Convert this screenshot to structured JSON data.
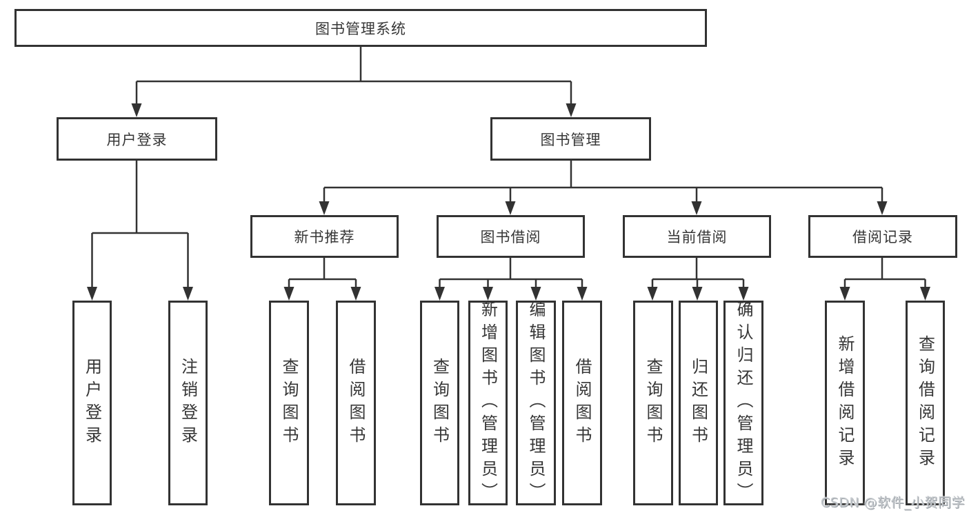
{
  "diagram_title": "图书管理系统",
  "tree": {
    "root": {
      "label": "图书管理系统",
      "children": [
        "用户登录",
        "图书管理"
      ]
    },
    "level2": [
      {
        "label": "用户登录",
        "children": [
          "用户登录",
          "注销登录"
        ]
      },
      {
        "label": "图书管理",
        "children": [
          "新书推荐",
          "图书借阅",
          "当前借阅",
          "借阅记录"
        ]
      }
    ],
    "level3": [
      {
        "label": "新书推荐",
        "children": [
          "查询图书",
          "借阅图书"
        ]
      },
      {
        "label": "图书借阅",
        "children": [
          "查询图书",
          "新增图书（管理员）",
          "编辑图书（管理员）",
          "借阅图书"
        ]
      },
      {
        "label": "当前借阅",
        "children": [
          "查询图书",
          "归还图书",
          "确认归还（管理员）"
        ]
      },
      {
        "label": "借阅记录",
        "children": [
          "新增借阅记录",
          "查询借阅记录"
        ]
      }
    ],
    "leaves": [
      {
        "label": "用户登录"
      },
      {
        "label": "注销登录"
      },
      {
        "label": "查询图书"
      },
      {
        "label": "借阅图书"
      },
      {
        "label": "查询图书"
      },
      {
        "label": "新增图书（管理员）"
      },
      {
        "label": "编辑图书（管理员）"
      },
      {
        "label": "借阅图书"
      },
      {
        "label": "查询图书"
      },
      {
        "label": "归还图书"
      },
      {
        "label": "确认归还（管理员）"
      },
      {
        "label": "新增借阅记录"
      },
      {
        "label": "查询借阅记录"
      }
    ]
  },
  "watermark": "CSDN @软件_小贺同学",
  "colors": {
    "line": "#323232",
    "box_border": "#323232",
    "box_background": "#ffffff",
    "text": "#363636",
    "watermark_text": "#c6cace"
  }
}
